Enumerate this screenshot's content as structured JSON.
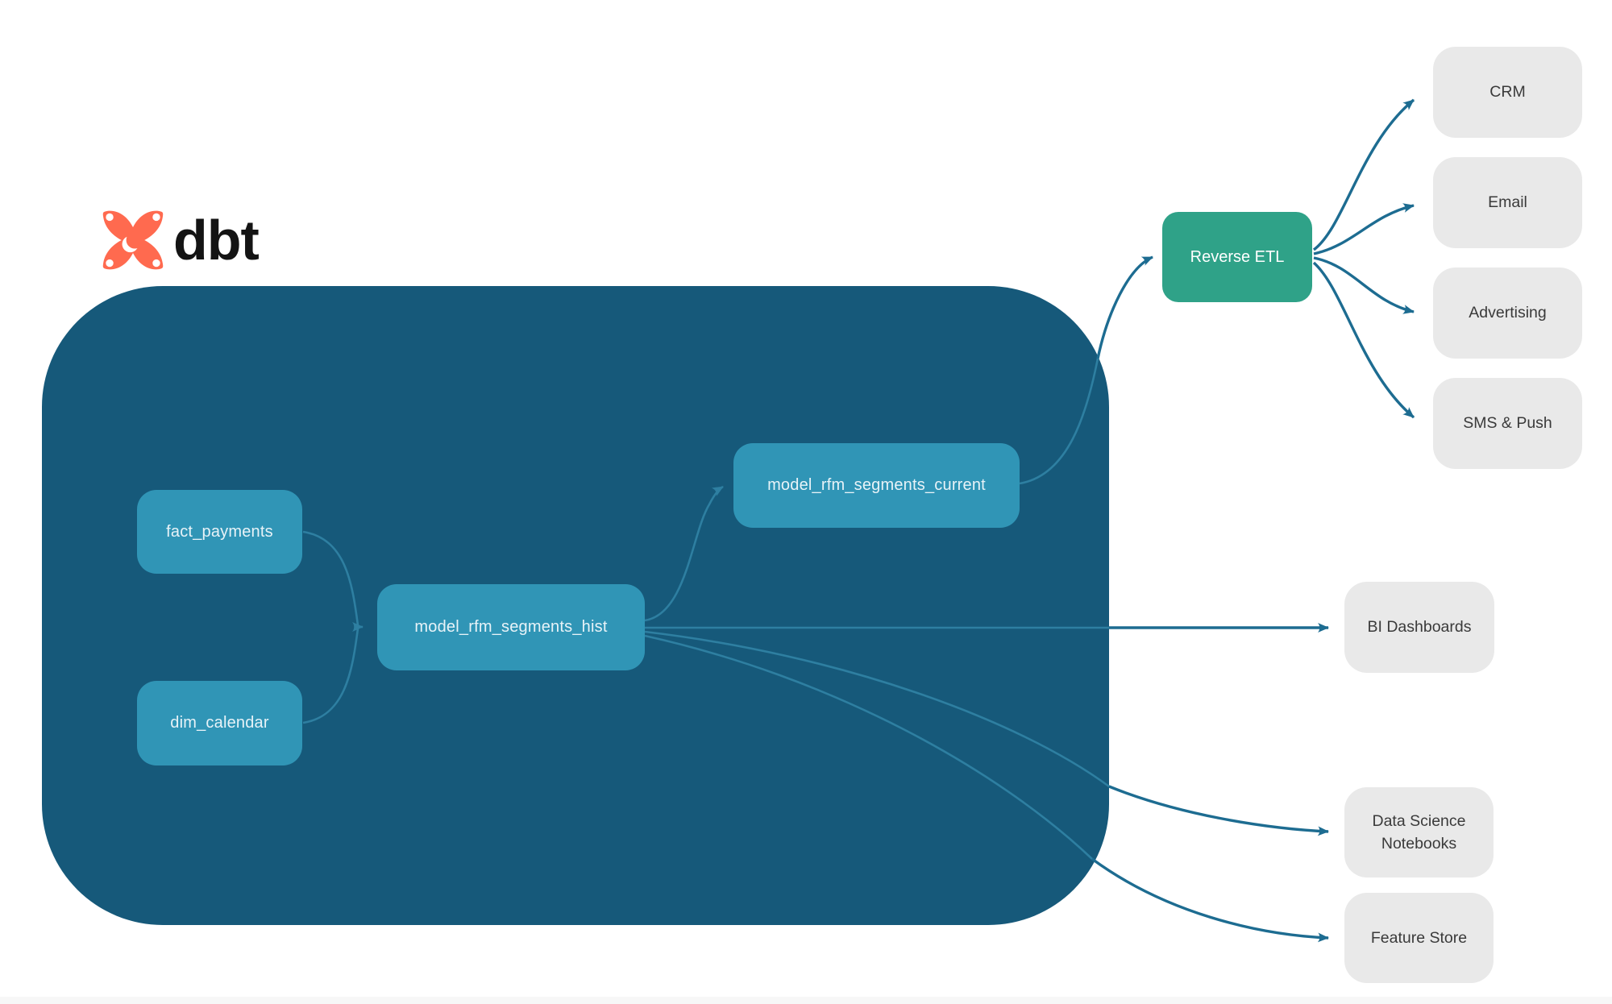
{
  "logo": {
    "brand": "dbt",
    "icon": "dbt-star-icon"
  },
  "colors": {
    "page_bg": "#ffffff",
    "container_bg": "#16597A",
    "node_bg": "#3095B6",
    "node_text": "#E8F3F8",
    "green_bg": "#2FA288",
    "green_text": "#FFFFFF",
    "gray_bg": "#E9E9E9",
    "gray_text": "#3A3A3A",
    "edge_dark": "#1D6C91",
    "edge_light": "#2E7FA1",
    "logo_orange": "#FF6A4F",
    "logo_text": "#141414"
  },
  "nodes": {
    "fact_payments": {
      "label": "fact_payments",
      "group": "dbt-container"
    },
    "dim_calendar": {
      "label": "dim_calendar",
      "group": "dbt-container"
    },
    "model_rfm_segments_hist": {
      "label": "model_rfm_segments_hist",
      "group": "dbt-container"
    },
    "model_rfm_segments_current": {
      "label": "model_rfm_segments_current",
      "group": "dbt-container"
    },
    "reverse_etl": {
      "label": "Reverse ETL",
      "group": "external"
    },
    "crm": {
      "label": "CRM",
      "group": "external"
    },
    "email": {
      "label": "Email",
      "group": "external"
    },
    "advertising": {
      "label": "Advertising",
      "group": "external"
    },
    "sms_push": {
      "label": "SMS & Push",
      "group": "external"
    },
    "bi_dashboards": {
      "label": "BI Dashboards",
      "group": "external"
    },
    "data_science_notebooks": {
      "label": "Data Science Notebooks",
      "group": "external"
    },
    "feature_store": {
      "label": "Feature Store",
      "group": "external"
    }
  },
  "edges": [
    {
      "from": "fact_payments",
      "to": "model_rfm_segments_hist"
    },
    {
      "from": "dim_calendar",
      "to": "model_rfm_segments_hist"
    },
    {
      "from": "model_rfm_segments_hist",
      "to": "model_rfm_segments_current"
    },
    {
      "from": "model_rfm_segments_current",
      "to": "Reverse ETL"
    },
    {
      "from": "model_rfm_segments_hist",
      "to": "BI Dashboards"
    },
    {
      "from": "model_rfm_segments_hist",
      "to": "Data Science Notebooks"
    },
    {
      "from": "model_rfm_segments_hist",
      "to": "Feature Store"
    },
    {
      "from": "Reverse ETL",
      "to": "CRM"
    },
    {
      "from": "Reverse ETL",
      "to": "Email"
    },
    {
      "from": "Reverse ETL",
      "to": "Advertising"
    },
    {
      "from": "Reverse ETL",
      "to": "SMS & Push"
    }
  ]
}
